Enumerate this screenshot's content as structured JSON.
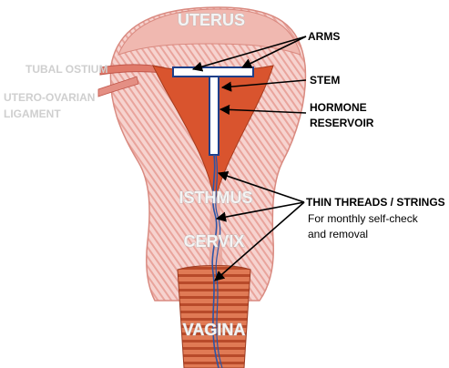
{
  "anatomy": {
    "uterus": "UTERUS",
    "tubal_ostium": "TUBAL OSTIUM",
    "utero_ovarian_line1": "UTERO-OVARIAN",
    "utero_ovarian_line2": "LIGAMENT",
    "isthmus": "ISTHMUS",
    "cervix": "CERVIX",
    "vagina": "VAGINA"
  },
  "callouts": {
    "arms": "ARMS",
    "stem": "STEM",
    "hormone_line1": "HORMONE",
    "hormone_line2": "RESERVOIR",
    "threads": "THIN THREADS / STRINGS",
    "threads_note_line1": "For monthly self-check",
    "threads_note_line2": "and removal"
  },
  "colors": {
    "tissue": "#f3c7c2",
    "tissue_stripe": "#e89990",
    "cavity": "#d9542e",
    "device": "#ffffff",
    "thread": "#2b55a8"
  }
}
